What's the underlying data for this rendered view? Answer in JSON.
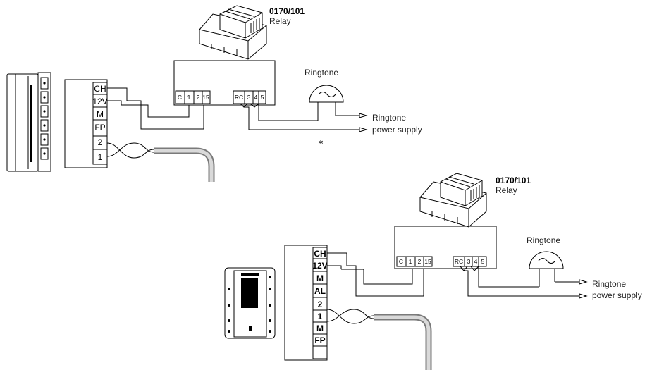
{
  "top": {
    "relay_code": "0170/101",
    "relay_label": "Relay",
    "ringtone_label": "Ringtone",
    "out_label_1": "Ringtone",
    "out_label_2": "power supply",
    "note_mark": "*",
    "relay_terminals_left": [
      "C",
      "1",
      "2",
      "15"
    ],
    "relay_terminals_right": [
      "RC",
      "3",
      "4",
      "5"
    ],
    "handset_terminals": [
      "CH",
      "12V",
      "M",
      "FP",
      "2",
      "1"
    ]
  },
  "bottom": {
    "relay_code": "0170/101",
    "relay_label": "Relay",
    "ringtone_label": "Ringtone",
    "out_label_1": "Ringtone",
    "out_label_2": "power supply",
    "relay_terminals_left": [
      "C",
      "1",
      "2",
      "15"
    ],
    "relay_terminals_right": [
      "RC",
      "3",
      "4",
      "5"
    ],
    "monitor_terminals": [
      "CH",
      "12V",
      "M",
      "AL",
      "2",
      "1",
      "M",
      "FP"
    ]
  }
}
